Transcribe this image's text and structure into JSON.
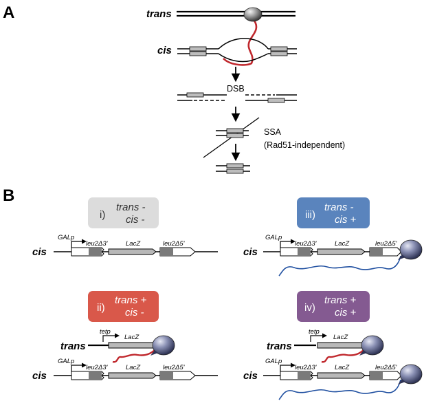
{
  "panels": {
    "a_letter": "A",
    "b_letter": "B"
  },
  "panel_a": {
    "trans_label": "trans",
    "cis_label": "cis",
    "dsb_label": "DSB",
    "ssa_label": "SSA",
    "ssa_sub_label": "(Rad51-independent)"
  },
  "panel_b": {
    "cis_label": "cis",
    "trans_label": "trans",
    "galp": "GALp",
    "tetp": "tetp",
    "leu2d3": "leu2Δ3'",
    "leu2d5": "leu2Δ5'",
    "lacz": "LacZ",
    "boxes": [
      {
        "numeral": "i)",
        "line1": "trans -",
        "line2": "cis -",
        "color": "#dcdcdc"
      },
      {
        "numeral": "ii)",
        "line1": "trans +",
        "line2": "cis -",
        "color": "#d9584a"
      },
      {
        "numeral": "iii)",
        "line1": "trans -",
        "line2": "cis +",
        "color": "#5a84bd"
      },
      {
        "numeral": "iv)",
        "line1": "trans +",
        "line2": "cis +",
        "color": "#845a91"
      }
    ]
  },
  "colors": {
    "rna_red": "#c0282d",
    "rna_blue": "#1f4fa0",
    "protein": "#7f86aa",
    "gene_fill": "#b8b8b8",
    "gene_dark": "#7a7a7a"
  }
}
